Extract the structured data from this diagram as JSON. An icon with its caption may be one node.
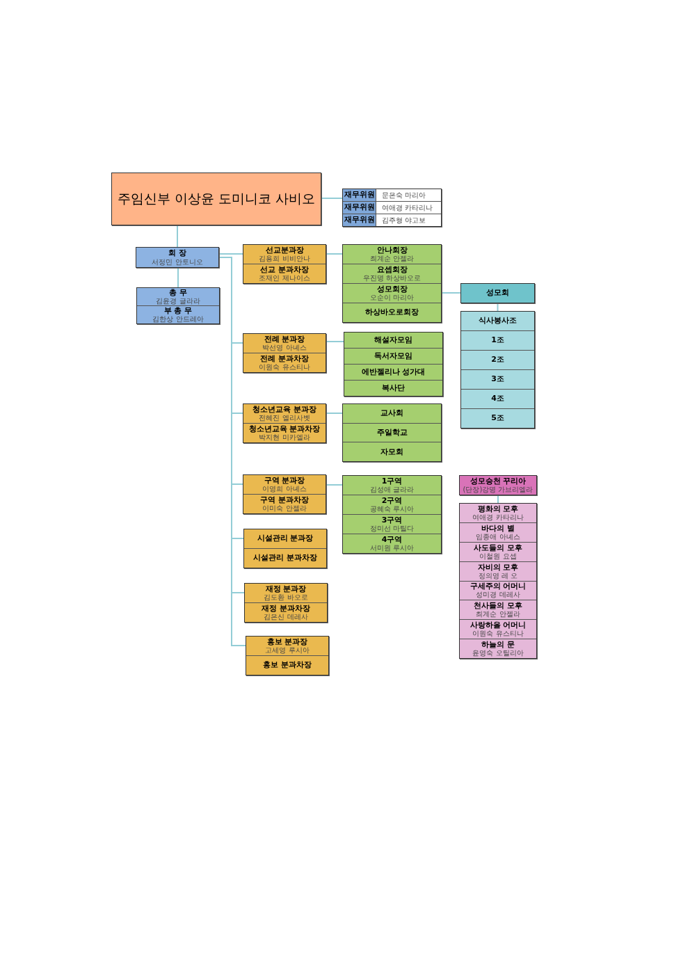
{
  "diagram": {
    "nodes": [
      {
        "text": [
          "주임신부 이상윤 도미니코 사비오"
        ]
      },
      {
        "text": [],
        "shape": "box"
      },
      {
        "text": [
          "재무위원",
          "문은숙 마리아"
        ],
        "in": 1
      },
      {
        "text": [
          "재무위원",
          "여애경 카타리나"
        ],
        "in": 1
      },
      {
        "text": [
          "재무위원",
          "김주형 야고보"
        ],
        "in": 1
      },
      {
        "text": [
          "회 장",
          "서정민 안토니오"
        ]
      },
      {
        "text": [],
        "shape": "box"
      },
      {
        "text": [
          "총 무",
          "김윤경 글라라"
        ],
        "in": 6
      },
      {
        "text": [
          "부 총 무",
          "김한상 안드레아"
        ],
        "in": 6
      },
      {
        "text": [],
        "shape": "box"
      },
      {
        "text": [
          "선교분과장",
          "김용희 비비안나"
        ],
        "in": 9
      },
      {
        "text": [
          "선교 분과차장",
          "조재인 제나이스"
        ],
        "in": 9
      },
      {
        "text": [],
        "shape": "box"
      },
      {
        "text": [
          "안나회장",
          "최계순 안젤라"
        ],
        "in": 12
      },
      {
        "text": [
          "요셉회장",
          "우진명 하상바오로"
        ],
        "in": 12
      },
      {
        "text": [
          "성모회장",
          "오순이 마리아"
        ],
        "in": 12
      },
      {
        "text": [
          "하상바오로회장"
        ],
        "in": 12
      },
      {
        "text": [
          "성모회"
        ]
      },
      {
        "text": [],
        "shape": "box"
      },
      {
        "text": [
          "식사봉사조"
        ],
        "in": 18
      },
      {
        "text": [
          "1조"
        ],
        "in": 18
      },
      {
        "text": [
          "2조"
        ],
        "in": 18
      },
      {
        "text": [
          "3조"
        ],
        "in": 18
      },
      {
        "text": [
          "4조"
        ],
        "in": 18
      },
      {
        "text": [
          "5조"
        ],
        "in": 18
      },
      {
        "text": [],
        "shape": "box"
      },
      {
        "text": [
          "전례 분과장",
          "박선영 아녜스"
        ],
        "in": 25
      },
      {
        "text": [
          "전례 분과차장",
          "이원숙 유스티나"
        ],
        "in": 25
      },
      {
        "text": [],
        "shape": "box"
      },
      {
        "text": [
          "해설자모임"
        ],
        "in": 28
      },
      {
        "text": [
          "독서자모임"
        ],
        "in": 28
      },
      {
        "text": [
          "에반젤리나 성가대"
        ],
        "in": 28
      },
      {
        "text": [
          "복사단"
        ],
        "in": 28
      },
      {
        "text": [],
        "shape": "box"
      },
      {
        "text": [
          "청소년교육 분과장",
          "전혜진 엘리사벳"
        ],
        "in": 33
      },
      {
        "text": [
          "청소년교육 분과차장",
          "박지현 미카엘라"
        ],
        "in": 33
      },
      {
        "text": [],
        "shape": "box"
      },
      {
        "text": [
          "교사회"
        ],
        "in": 36
      },
      {
        "text": [
          "주일학교"
        ],
        "in": 36
      },
      {
        "text": [
          "자모회"
        ],
        "in": 36
      },
      {
        "text": [],
        "shape": "box"
      },
      {
        "text": [
          "구역 분과장",
          "이영희 아녜스"
        ],
        "in": 40
      },
      {
        "text": [
          "구역 분과차장",
          "이미숙 안젤라"
        ],
        "in": 40
      },
      {
        "text": [],
        "shape": "box"
      },
      {
        "text": [
          "1구역",
          "김성애 글라라"
        ],
        "in": 43
      },
      {
        "text": [
          "2구역",
          "공혜숙 루시아"
        ],
        "in": 43
      },
      {
        "text": [
          "3구역",
          "정미선 마틸다"
        ],
        "in": 43
      },
      {
        "text": [
          "4구역",
          "서미원 루시아"
        ],
        "in": 43
      },
      {
        "text": [
          "성모승천 꾸리아",
          "(단장)강명 가브리엘라"
        ]
      },
      {
        "text": [],
        "shape": "box"
      },
      {
        "text": [
          "평화의 모후",
          "여애경 카타리나"
        ],
        "in": 49
      },
      {
        "text": [
          "바다의 별",
          "임종애 아녜스"
        ],
        "in": 49
      },
      {
        "text": [
          "사도들의 모후",
          "이철원 요셉"
        ],
        "in": 49
      },
      {
        "text": [
          "자비의 모후",
          "정의영 레 오"
        ],
        "in": 49
      },
      {
        "text": [
          "구세주의 어머니",
          "성미경 데레사"
        ],
        "in": 49
      },
      {
        "text": [
          "천사들의 모후",
          "최계순 안젤라"
        ],
        "in": 49
      },
      {
        "text": [
          "사랑하올 어머니",
          "이원숙 유스티나"
        ],
        "in": 49
      },
      {
        "text": [
          "하늘의 문",
          "윤영숙 오틸리아"
        ],
        "in": 49
      },
      {
        "text": [],
        "shape": "box"
      },
      {
        "text": [
          "시설관리 분과장"
        ],
        "in": 58
      },
      {
        "text": [
          "시설관리 분과차장"
        ],
        "in": 58
      },
      {
        "text": [],
        "shape": "box"
      },
      {
        "text": [
          "재정 분과장",
          "김도환 바오로"
        ],
        "in": 61
      },
      {
        "text": [
          "재정 분과차장",
          "김은신 데레사"
        ],
        "in": 61
      },
      {
        "text": [],
        "shape": "box"
      },
      {
        "text": [
          "홍보 분과장",
          "고세영 루시아"
        ],
        "in": 64
      },
      {
        "text": [
          "홍보 분과차장"
        ],
        "in": 64
      }
    ],
    "edges": [
      {
        "from": 0,
        "to": 1,
        "arrow": "none"
      },
      {
        "from": 0,
        "to": 5,
        "arrow": "none"
      },
      {
        "from": 5,
        "to": 6,
        "arrow": "none"
      },
      {
        "from": 5,
        "to": 9,
        "arrow": "none"
      },
      {
        "from": 5,
        "to": 25,
        "arrow": "none"
      },
      {
        "from": 5,
        "to": 33,
        "arrow": "none"
      },
      {
        "from": 5,
        "to": 40,
        "arrow": "none"
      },
      {
        "from": 5,
        "to": 58,
        "arrow": "none"
      },
      {
        "from": 5,
        "to": 61,
        "arrow": "none"
      },
      {
        "from": 5,
        "to": 64,
        "arrow": "none"
      },
      {
        "from": 9,
        "to": 12,
        "arrow": "none"
      },
      {
        "from": 15,
        "to": 17,
        "arrow": "none"
      },
      {
        "from": 17,
        "to": 18,
        "arrow": "none"
      },
      {
        "from": 25,
        "to": 28,
        "arrow": "none"
      },
      {
        "from": 33,
        "to": 36,
        "arrow": "none"
      },
      {
        "from": 40,
        "to": 43,
        "arrow": "none"
      },
      {
        "from": 48,
        "to": 49,
        "arrow": "none"
      }
    ]
  }
}
